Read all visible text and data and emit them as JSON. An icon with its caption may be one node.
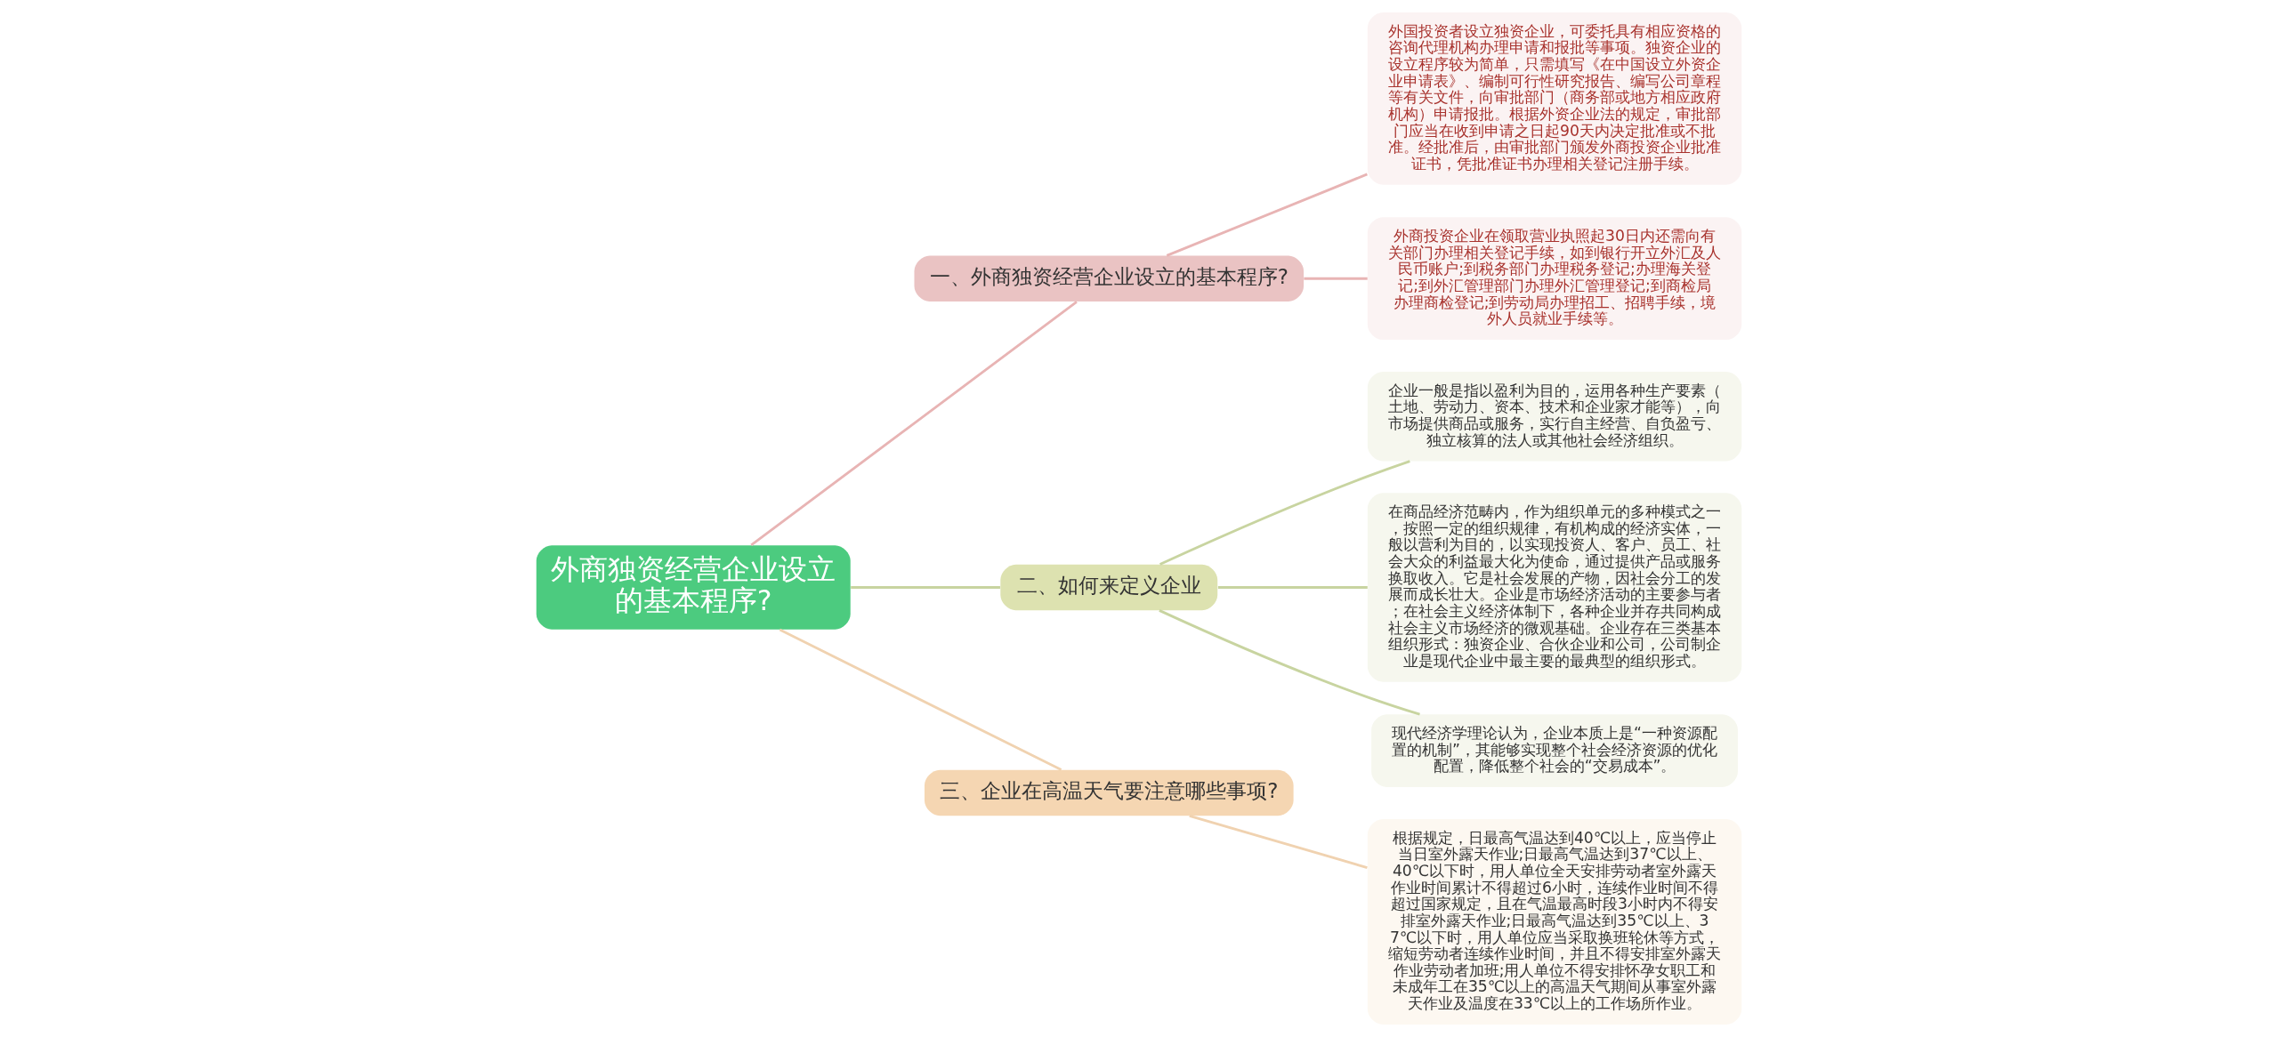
{
  "diagram": {
    "nodes": [
      {
        "text": [
          "外商独资经营企业设立的基本程序?"
        ]
      },
      {
        "text": [
          "一、外商独资经营企业设立的基本程序?"
        ]
      },
      {
        "text": [
          "外国投资者设立独资企业，可委托具有相应资格的咨询代理机构办理申请和报批等事项。独资企业的设立程序较为简单，只需填写《在中国设立外资企业申请表》、编制可行性研究报告、编写公司章程等有关文件，向审批部门（商务部或地方相应政府机构）申请报批。根据外资企业法的规定，审批部门应当在收到申请之日起90天内决定批准或不批准。经批准后，由审批部门颁发外商投资企业批准证书，凭批准证书办理相关登记注册手续。"
        ]
      },
      {
        "text": [
          "外商投资企业在领取营业执照起30日内还需向有关部门办理相关登记手续，如到银行开立外汇及人民币账户;到税务部门办理税务登记;办理海关登记;到外汇管理部门办理外汇管理登记;到商检局办理商检登记;到劳动局办理招工、招聘手续，境外人员就业手续等。"
        ]
      },
      {
        "text": [
          "二、如何来定义企业"
        ]
      },
      {
        "text": [
          "企业一般是指以盈利为目的，运用各种生产要素（土地、劳动力、资本、技术和企业家才能等），向市场提供商品或服务，实行自主经营、自负盈亏、独立核算的法人或其他社会经济组织。"
        ]
      },
      {
        "text": [
          "在商品经济范畴内，作为组织单元的多种模式之一，按照一定的组织规律，有机构成的经济实体，一般以营利为目的，以实现投资人、客户、员工、社会大众的利益最大化为使命，通过提供产品或服务换取收入。它是社会发展的产物，因社会分工的发展而成长壮大。企业是市场经济活动的主要参与者；在社会主义经济体制下，各种企业并存共同构成社会主义市场经济的微观基础。企业存在三类基本组织形式：独资企业、合伙企业和公司，公司制企业是现代企业中最主要的最典型的组织形式。"
        ]
      },
      {
        "text": [
          "现代经济学理论认为，企业本质上是“一种资源配置的机制”，其能够实现整个社会经济资源的优化配置，降低整个社会的“交易成本”。"
        ]
      },
      {
        "text": [
          "三、企业在高温天气要注意哪些事项?"
        ]
      },
      {
        "text": [
          "根据规定，日最高气温达到40℃以上，应当停止当日室外露天作业;日最高气温达到37℃以上、40℃以下时，用人单位全天安排劳动者室外露天作业时间累计不得超过6小时，连续作业时间不得超过国家规定，且在气温最高时段3小时内不得安排室外露天作业;日最高气温达到35℃以上、37℃以下时，用人单位应当采取换班轮休等方式，缩短劳动者连续作业时间，并且不得安排室外露天作业劳动者加班;用人单位不得安排怀孕女职工和未成年工在35℃以上的高温天气期间从事室外露天作业及温度在33℃以上的工作场所作业。"
        ]
      }
    ],
    "edges": [
      {
        "from": 0,
        "to": 1,
        "arrow": "none",
        "color": "#e8b4b4"
      },
      {
        "from": 1,
        "to": 2,
        "arrow": "none",
        "color": "#e8b4b4"
      },
      {
        "from": 1,
        "to": 3,
        "arrow": "none",
        "color": "#e8b4b4"
      },
      {
        "from": 0,
        "to": 4,
        "arrow": "none"
      },
      {
        "from": 4,
        "to": 5,
        "arrow": "none"
      },
      {
        "from": 4,
        "to": 6,
        "arrow": "none"
      },
      {
        "from": 4,
        "to": 7,
        "arrow": "none"
      },
      {
        "from": 0,
        "to": 8,
        "arrow": "none",
        "color": "#f0d2b0"
      },
      {
        "from": 8,
        "to": 9,
        "arrow": "none",
        "color": "#f0d2b0"
      }
    ]
  }
}
